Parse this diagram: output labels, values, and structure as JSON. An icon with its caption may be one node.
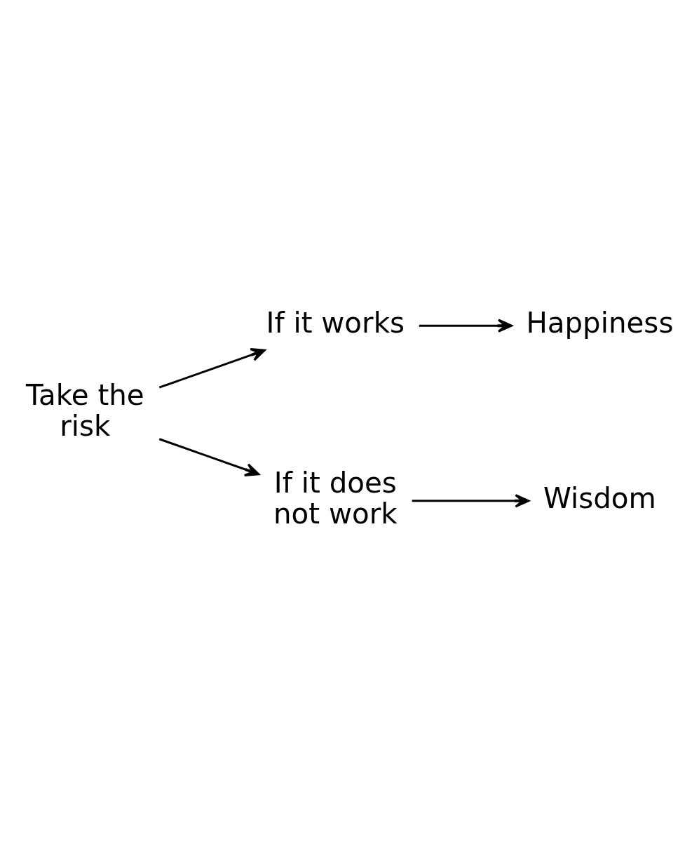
{
  "diagram": {
    "nodes": [
      {
        "text": [
          "Take the risk"
        ]
      },
      {
        "text": [
          "If it works"
        ]
      },
      {
        "text": [
          "Happiness"
        ]
      },
      {
        "text": [
          "If it does not work"
        ]
      },
      {
        "text": [
          "Wisdom"
        ]
      }
    ],
    "edges": [
      {
        "from": 0,
        "to": 1,
        "arrow": "to"
      },
      {
        "from": 1,
        "to": 2,
        "arrow": "to"
      },
      {
        "from": 0,
        "to": 3,
        "arrow": "to"
      },
      {
        "from": 3,
        "to": 4,
        "arrow": "to"
      }
    ]
  }
}
